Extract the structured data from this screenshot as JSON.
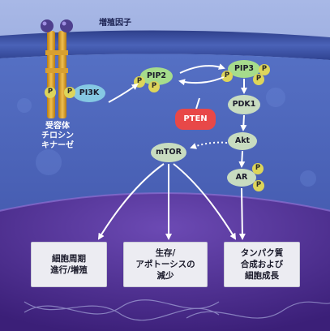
{
  "labels": {
    "growth_factor": "増殖因子",
    "receptor": "受容体\nチロシン\nキナーゼ",
    "pi3k": "PI3K",
    "pip2": "PIP2",
    "pip3": "PIP3",
    "pten": "PTEN",
    "pdk1": "PDK1",
    "akt": "Akt",
    "mtor": "mTOR",
    "ar": "AR",
    "phosphate": "P"
  },
  "outcomes": [
    {
      "text": "細胞周期\n進行/増殖"
    },
    {
      "text": "生存/\nアポトーシスの\n減少"
    },
    {
      "text": "タンパク質\n合成および\n細胞成長"
    }
  ],
  "colors": {
    "outer_sky": "#7f95d4",
    "membrane": "#3e54a8",
    "cytoplasm": "#4a5fb4",
    "nucleus": "#5a35a0",
    "pi3k": "#85c8e3",
    "pip": "#a6dc8c",
    "phosphate": "#ddd55a",
    "pten": "#e84848",
    "node": "#c8dcc0",
    "receptor": "#e0a020",
    "receptor_head": "#4e3f8e"
  }
}
